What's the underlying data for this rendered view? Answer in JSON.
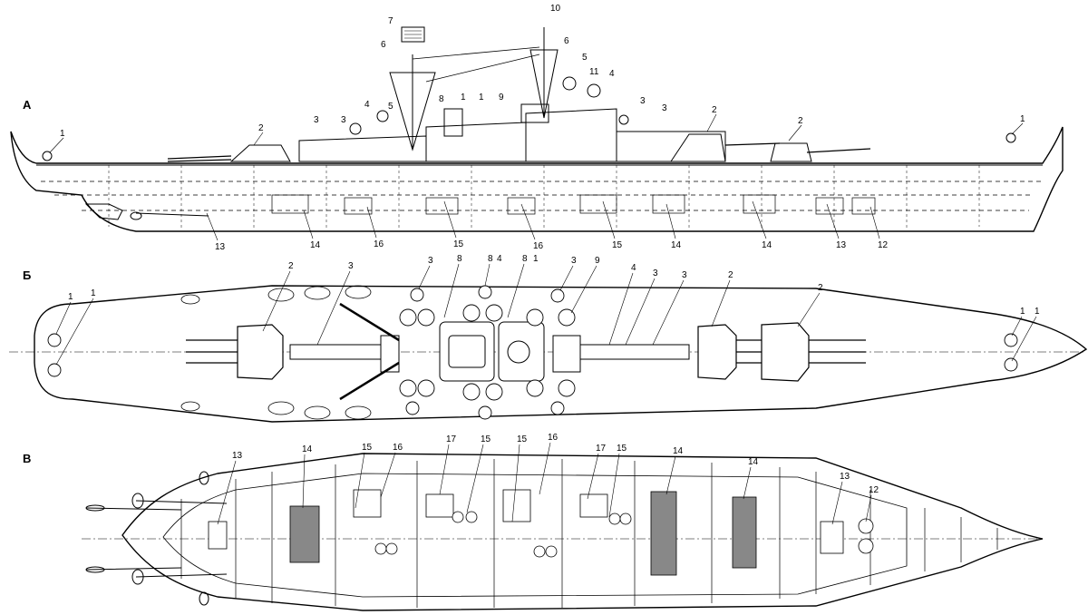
{
  "views": [
    {
      "id": "side",
      "label": "А"
    },
    {
      "id": "deck",
      "label": "Б"
    },
    {
      "id": "hold",
      "label": "В"
    }
  ],
  "callouts": {
    "side": [
      "10",
      "7",
      "6",
      "6",
      "5",
      "11",
      "4",
      "8",
      "1",
      "1",
      "9",
      "3",
      "3",
      "4",
      "5",
      "3",
      "3",
      "2",
      "2",
      "2",
      "1",
      "1",
      "13",
      "14",
      "16",
      "15",
      "16",
      "15",
      "14",
      "14",
      "13",
      "12"
    ],
    "deck": [
      "1",
      "1",
      "2",
      "3",
      "3",
      "8",
      "8",
      "4",
      "8",
      "1",
      "3",
      "9",
      "4",
      "3",
      "3",
      "2",
      "2",
      "1",
      "1"
    ],
    "hold": [
      "13",
      "14",
      "15",
      "16",
      "17",
      "15",
      "15",
      "16",
      "17",
      "15",
      "14",
      "14",
      "13",
      "12"
    ]
  }
}
